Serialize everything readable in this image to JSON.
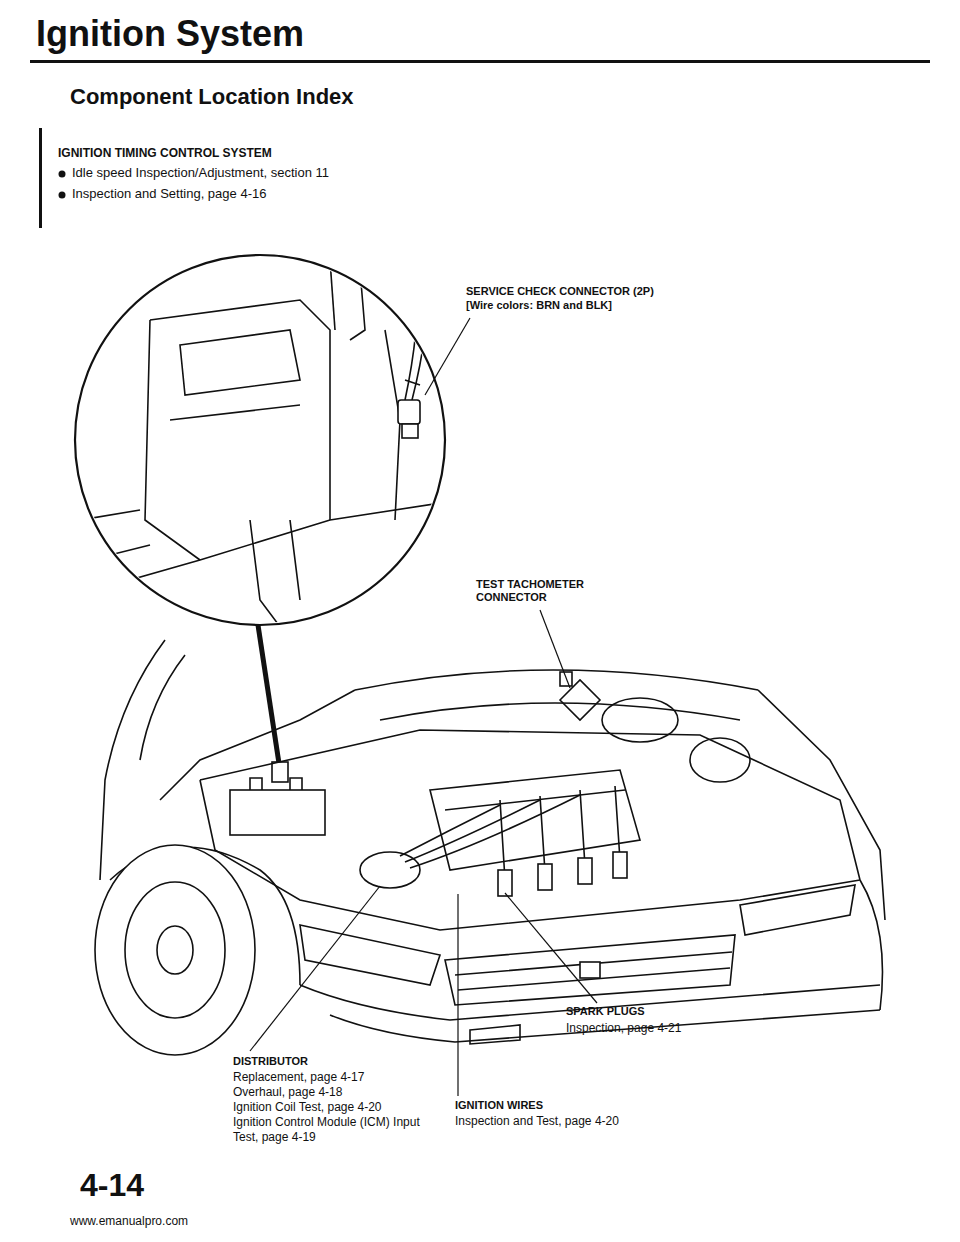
{
  "diagram": {
    "title": "Ignition System",
    "labels": [
      "Component Location Index",
      "IGNITION TIMING CONTROL SYSTEM",
      "Idle speed Inspection/Adjustment, section 11",
      "Inspection and Setting, page 4-16",
      "SERVICE CHECK CONNECTOR (2P)",
      "[Wire colors: BRN and BLK]",
      "TEST TACHOMETER CONNECTOR",
      "SPARK PLUGS",
      "Inspection, page 4-21",
      "DISTRIBUTOR",
      "Replacement, page 4-17",
      "Overhaul, page 4-18",
      "Ignition Coil Test, page 4-20",
      "Ignition Control Module (ICM) Input Test, page 4-19",
      "IGNITION WIRES",
      "Inspection and Test, page 4-20",
      "4-14",
      "www.emanualpro.com"
    ]
  }
}
